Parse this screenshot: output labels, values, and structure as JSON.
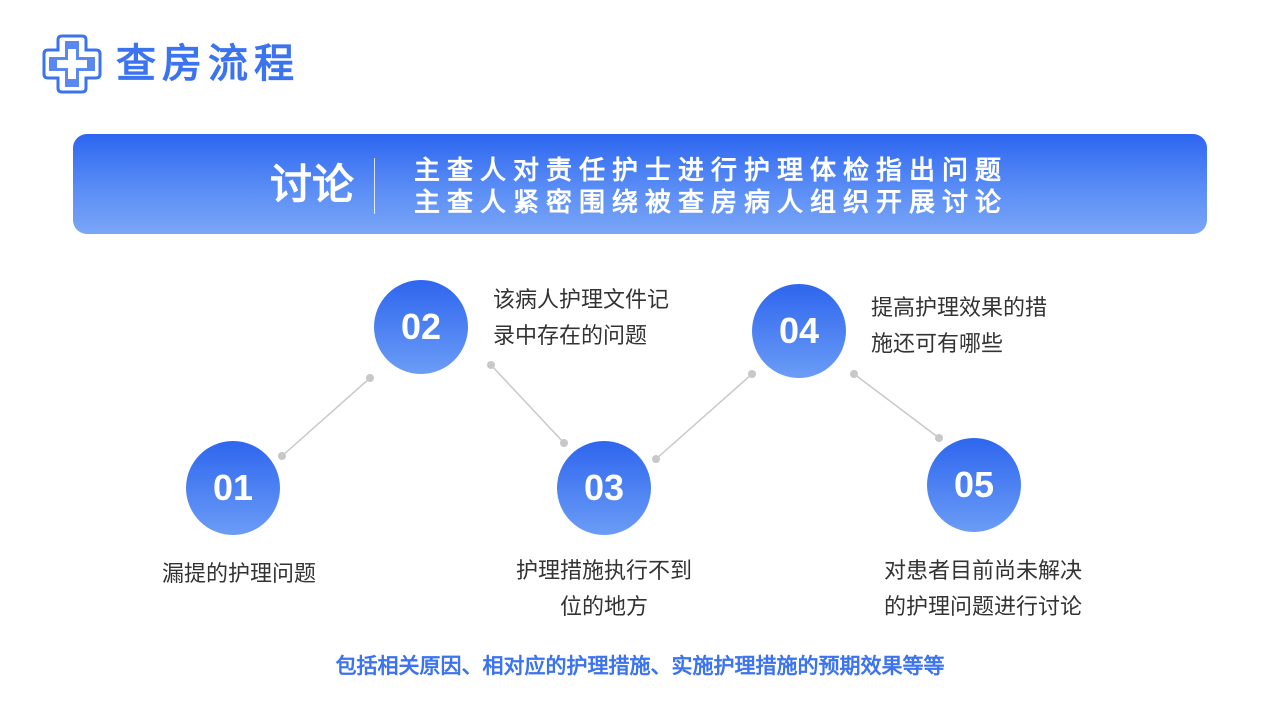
{
  "header": {
    "title": "查房流程",
    "logo_icon": "medical-cross-icon"
  },
  "banner": {
    "heading": "讨论",
    "line1": "主查人对责任护士进行护理体检指出问题",
    "line2": "主查人紧密围绕被查房病人组织开展讨论"
  },
  "steps": [
    {
      "number": "01",
      "text_line1": "漏提的护理问题",
      "text_line2": ""
    },
    {
      "number": "02",
      "text_line1": "该病人护理文件记",
      "text_line2": "录中存在的问题"
    },
    {
      "number": "03",
      "text_line1": "护理措施执行不到",
      "text_line2": "位的地方"
    },
    {
      "number": "04",
      "text_line1": "提高护理效果的措",
      "text_line2": "施还可有哪些"
    },
    {
      "number": "05",
      "text_line1": "对患者目前尚未解决",
      "text_line2": "的护理问题进行讨论"
    }
  ],
  "footer": {
    "note": "包括相关原因、相对应的护理措施、实施护理措施的预期效果等等"
  },
  "colors": {
    "accent": "#3c73ee",
    "circle_top": "#2e66ee",
    "circle_bottom": "#6b9cf6",
    "connector": "#c8c8c8"
  }
}
